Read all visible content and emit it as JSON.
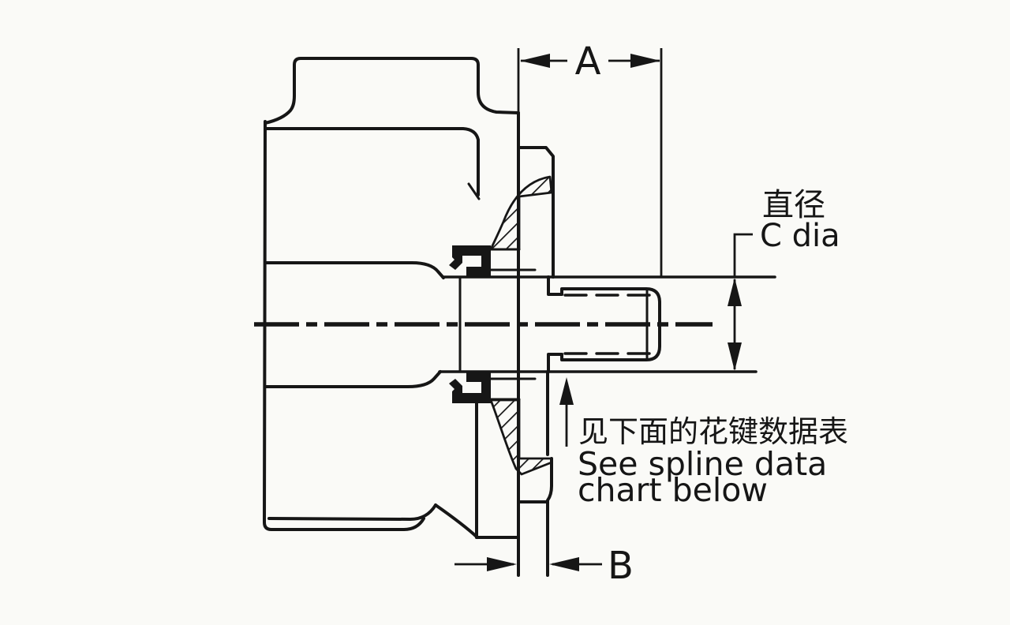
{
  "page": {
    "paper_color": "#fafaf7",
    "ink_color": "#161616",
    "drawing_type": "cross-section engineering diagram of splined output shaft and mounting flange"
  },
  "labels": {
    "dim_a": "A",
    "dim_b": "B",
    "diameter_zh": "直径",
    "diameter_en": "C dia",
    "spline_note_zh": "见下面的花键数据表",
    "spline_note_en_line1": "See spline data",
    "spline_note_en_line2": "chart below"
  }
}
